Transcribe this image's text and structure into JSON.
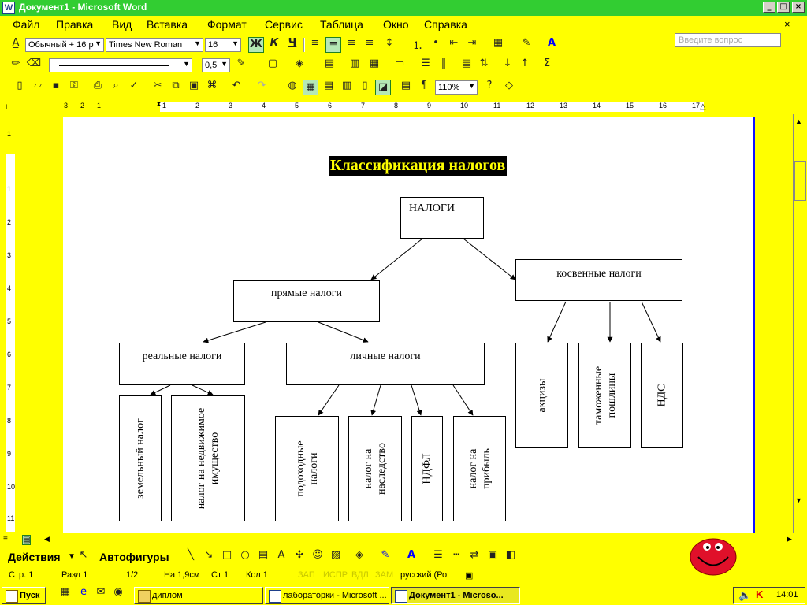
{
  "window": {
    "title": "Документ1 - Microsoft Word",
    "icon": "W"
  },
  "window_buttons": [
    "_",
    "□",
    "×"
  ],
  "menu": [
    "Файл",
    "Правка",
    "Вид",
    "Вставка",
    "Формат",
    "Сервис",
    "Таблица",
    "Окно",
    "Справка"
  ],
  "help": {
    "placeholder": "Введите вопрос",
    "close": "×"
  },
  "formatting": {
    "style": "Обычный + 16 р",
    "font": "Times New Roman",
    "size": "16",
    "bold": "Ж",
    "italic": "К",
    "underline": "Ч"
  },
  "drawing_line": {
    "line_weight": "0,5"
  },
  "standard": {
    "zoom": "110%"
  },
  "ruler": {
    "h_numbers": [
      "3",
      "2",
      "1",
      "1",
      "2",
      "3",
      "4",
      "5",
      "6",
      "7",
      "8",
      "9",
      "10",
      "11",
      "12",
      "13",
      "14",
      "15",
      "16",
      "17"
    ],
    "v_numbers": [
      "1",
      "1",
      "2",
      "3",
      "4",
      "5",
      "6",
      "7",
      "8",
      "9",
      "10",
      "11"
    ]
  },
  "diagram": {
    "title": "Классификация налогов",
    "root": "НАЛОГИ",
    "direct": "прямые налоги",
    "indirect": "косвенные налоги",
    "real": "реальные налоги",
    "personal": "личные налоги",
    "land": "земельный налог",
    "property": "налог на недвижимое имущество",
    "income": "подоходные налоги",
    "inheritance": "налог на наследство",
    "ndfl": "НДФЛ",
    "profit": "налог на прибыль",
    "excise": "акцизы",
    "customs": "таможенные пошлины",
    "vat": "НДС"
  },
  "drawbar": {
    "actions": "Действия",
    "autoshapes": "Автофигуры"
  },
  "status": {
    "page": "Стр. 1",
    "section": "Разд 1",
    "pages": "1/2",
    "at": "На 1,9см",
    "line": "Ст 1",
    "col": "Кол 1",
    "rec": "ЗАП",
    "trk": "ИСПР",
    "ext": "ВДЛ",
    "ovr": "ЗАМ",
    "lang": "русский (Ро"
  },
  "taskbar": {
    "start": "Пуск",
    "tasks": [
      "диплом",
      "лабораторки - Microsoft ...",
      "Документ1 - Microso..."
    ],
    "clock": "14:01"
  }
}
